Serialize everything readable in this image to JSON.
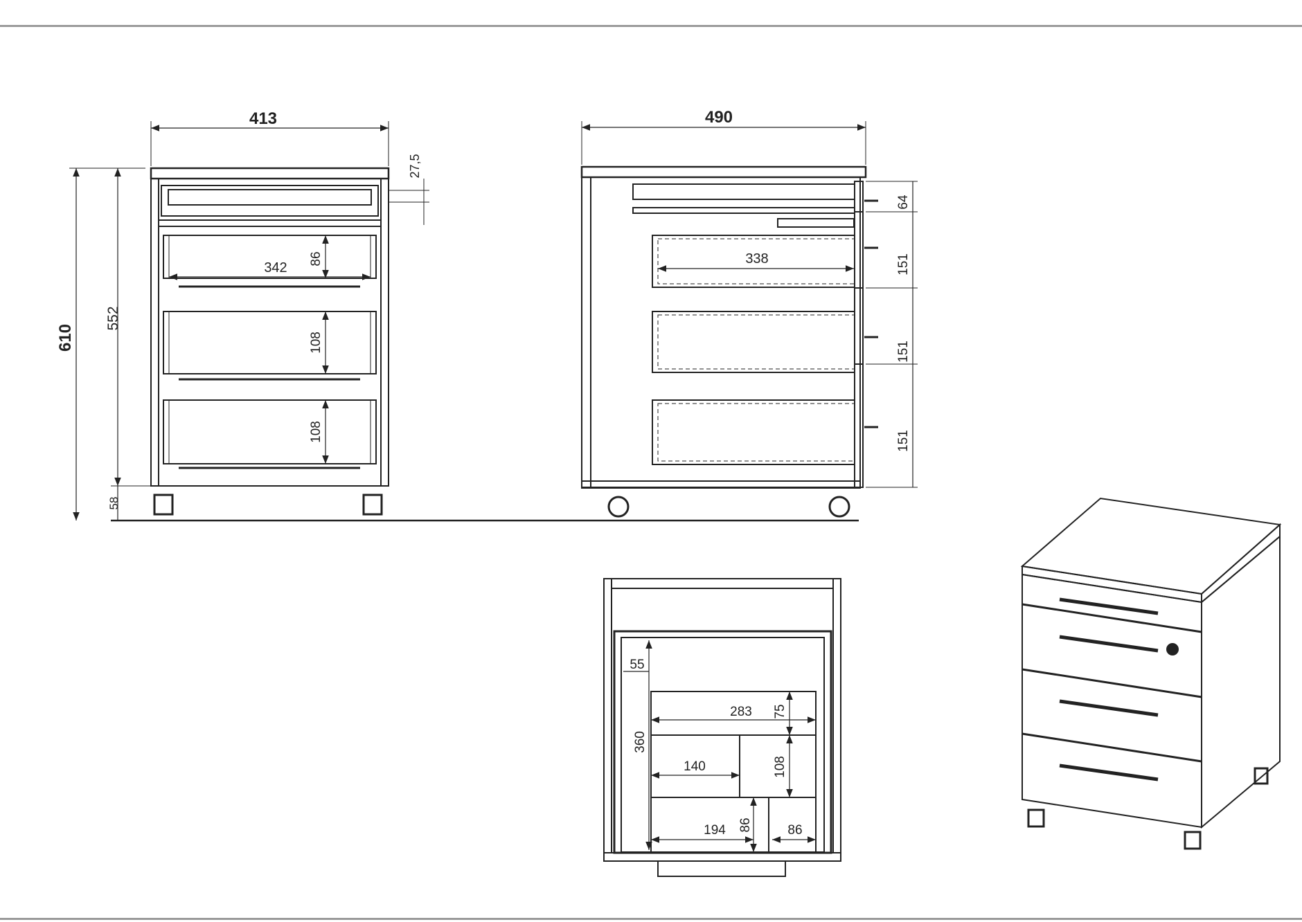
{
  "drawing": {
    "front_view": {
      "width": "413",
      "total_height": "610",
      "body_height": "552",
      "caster_height": "58",
      "top_drawer_offset": "27,5",
      "drawer_inner_width": "342",
      "drawer_heights": [
        "86",
        "108",
        "108"
      ]
    },
    "side_view": {
      "depth": "490",
      "drawer_inner_depth": "338",
      "front_heights": [
        "64",
        "151",
        "151",
        "151"
      ]
    },
    "top_view": {
      "left_compartment_width": "55",
      "inner_depth": "360",
      "tray_width": "283",
      "tray_height": "75",
      "compartment_140": "140",
      "compartment_108": "108",
      "compartment_194": "194",
      "compartment_86a": "86",
      "compartment_86b": "86"
    },
    "perspective_view": {
      "drawers": 4,
      "has_lock": true
    },
    "colors": {
      "line": "#222222",
      "rule": "#9a9a9a",
      "background": "#ffffff"
    }
  }
}
